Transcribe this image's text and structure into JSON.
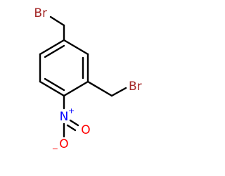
{
  "molecule": {
    "atoms": {
      "br_top": "Br",
      "br_right": "Br",
      "nitrogen": "N",
      "n_charge": "+",
      "oxygen_bottom": "O",
      "o_charge": "−",
      "oxygen_right": "O"
    },
    "colors": {
      "bond": "#000000",
      "bromine": "#a52a2a",
      "nitrogen": "#0000ff",
      "oxygen": "#ff0000"
    }
  }
}
